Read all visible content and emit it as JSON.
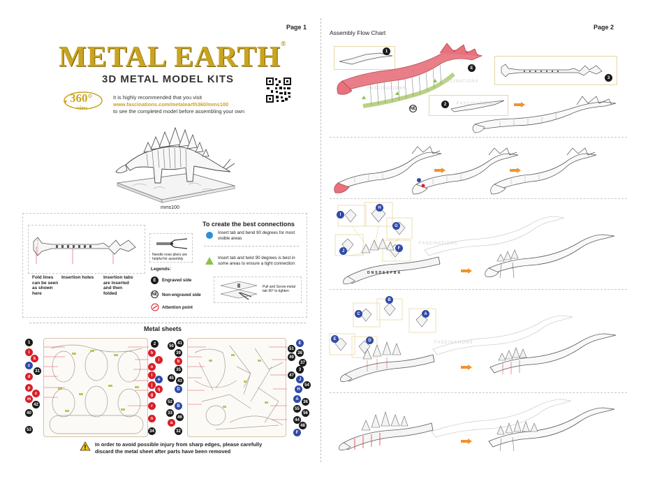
{
  "page1": {
    "page_label": "Page 1",
    "brand": {
      "logo_main": "METAL EARTH",
      "logo_reg": "®",
      "subtitle": "3D METAL MODEL KITS"
    },
    "badge": {
      "number": "360°",
      "word": "view"
    },
    "intro": {
      "line1": "It is highly recommended that you visit",
      "url": "www.fascinations.com/metalearth360/mms100",
      "line3": "to see the completed model before assembling your own"
    },
    "model_code": "mms100",
    "connections": {
      "title": "To create the best connections",
      "tab_bend": "Insert tab and bend 90 degrees for most visible areas",
      "tab_twist": "Insert tab and twist 90 degrees is best in some areas to ensure a tight connection",
      "pliers_note": "Needle nose pliers are helpful for assembly",
      "pull_screw": "Pull and Screw metal tab 90° to tighten",
      "fold_label": "Fold lines can be seen as shown here",
      "holes_label": "Insertion holes",
      "tabs_label": "Insertion tabs are inserted and then folded",
      "legends_title": "Legends:",
      "legend_e": "Engraved side",
      "legend_ne": "Non-engraved side",
      "legend_attention": "Attention point",
      "legend_e_mark": "E",
      "legend_ne_mark": "NE"
    },
    "metal_sheets_title": "Metal sheets",
    "warning": "In order to avoid possible injury from sharp edges, please carefully discard the metal sheet after parts have been removed",
    "sheet1_left": [
      "1",
      "i",
      "k",
      "c",
      "d",
      "p",
      "m",
      "40",
      "53"
    ],
    "sheet1_left_extra": [
      "31",
      "c",
      "42"
    ],
    "sheet1_right": [
      "2",
      "h",
      "o",
      "l",
      "j",
      "g",
      "r",
      "n",
      "34"
    ],
    "sheet1_right_extra": [
      "i",
      "e",
      "q"
    ],
    "sheet2_left": [
      "50",
      "39",
      "b",
      "35",
      "45",
      "D",
      "52",
      "33",
      "a",
      "32"
    ],
    "sheet2_left_extra": [
      "41",
      "43",
      "B",
      "46"
    ],
    "sheet2_right": [
      "E",
      "38",
      "37",
      "3",
      "J",
      "H",
      "A",
      "55",
      "44",
      "F"
    ],
    "sheet2_right_extra": [
      "51",
      "49",
      "47",
      "54",
      "36",
      "56",
      "48"
    ]
  },
  "page2": {
    "page_label": "Page 2",
    "title": "Assembly Flow Chart",
    "step_labels": [
      "1",
      "2",
      "3"
    ],
    "side_labels": {
      "e": "E",
      "ne": "NE"
    },
    "watermark": "FASCINATIONS",
    "row3_labels": [
      "I",
      "H",
      "G",
      "J",
      "F"
    ],
    "row4_labels": [
      "B",
      "C",
      "A",
      "E",
      "D"
    ],
    "plate_text": "DNSDEEFBA"
  }
}
